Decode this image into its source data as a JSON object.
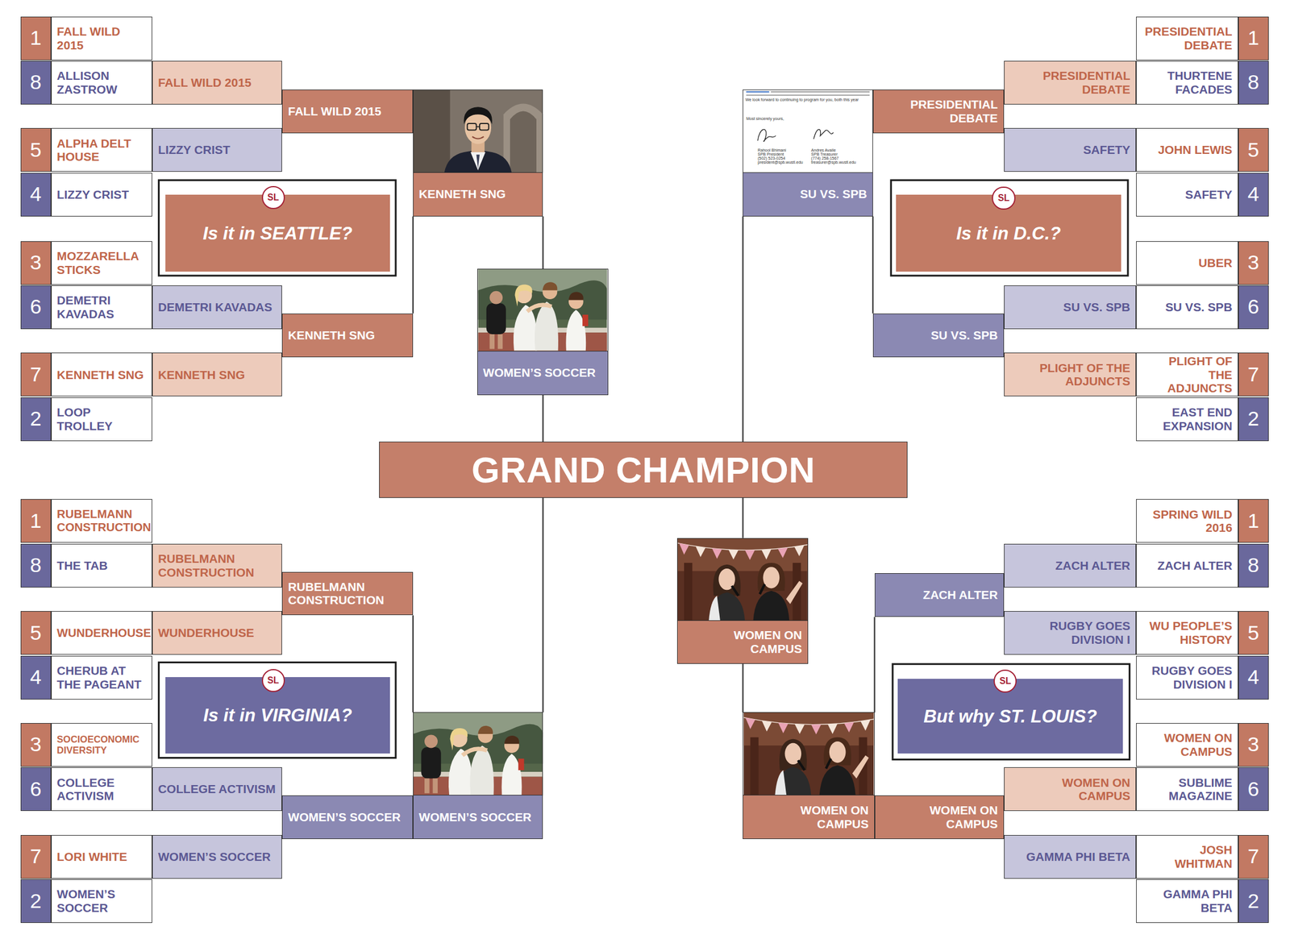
{
  "diagram": {
    "nodes": [
      {
        "text": [
          "1"
        ]
      },
      {
        "text": [
          "FALL WILD 2015"
        ]
      },
      {
        "text": [
          "8"
        ]
      },
      {
        "text": [
          "ALLISON ZASTROW"
        ]
      },
      {
        "text": [
          "5"
        ]
      },
      {
        "text": [
          "ALPHA DELT HOUSE"
        ]
      },
      {
        "text": [
          "4"
        ]
      },
      {
        "text": [
          "LIZZY CRIST"
        ]
      },
      {
        "text": [
          "3"
        ]
      },
      {
        "text": [
          "MOZZARELLA STICKS"
        ]
      },
      {
        "text": [
          "6"
        ]
      },
      {
        "text": [
          "DEMETRI KAVADAS"
        ]
      },
      {
        "text": [
          "7"
        ]
      },
      {
        "text": [
          "KENNETH SNG"
        ]
      },
      {
        "text": [
          "2"
        ]
      },
      {
        "text": [
          "LOOP TROLLEY"
        ]
      },
      {
        "text": [
          "FALL WILD 2015"
        ]
      },
      {
        "text": [
          "LIZZY CRIST"
        ]
      },
      {
        "text": [
          "DEMETRI KAVADAS"
        ]
      },
      {
        "text": [
          "KENNETH SNG"
        ]
      },
      {
        "text": [
          "FALL WILD 2015"
        ]
      },
      {
        "text": [
          "KENNETH SNG"
        ]
      },
      {
        "text": [
          "KENNETH SNG"
        ]
      },
      {
        "text": [
          "Is it in SEATTLE?"
        ]
      },
      {
        "text": [
          "SL"
        ]
      },
      {
        "text": [
          "PRESIDENTIAL DEBATE"
        ]
      },
      {
        "text": [
          "1"
        ]
      },
      {
        "text": [
          "THURTENE FACADES"
        ]
      },
      {
        "text": [
          "8"
        ]
      },
      {
        "text": [
          "JOHN LEWIS"
        ]
      },
      {
        "text": [
          "5"
        ]
      },
      {
        "text": [
          "SAFETY"
        ]
      },
      {
        "text": [
          "4"
        ]
      },
      {
        "text": [
          "UBER"
        ]
      },
      {
        "text": [
          "3"
        ]
      },
      {
        "text": [
          "SU VS. SPB"
        ]
      },
      {
        "text": [
          "6"
        ]
      },
      {
        "text": [
          "PLIGHT OF THE ADJUNCTS"
        ]
      },
      {
        "text": [
          "7"
        ]
      },
      {
        "text": [
          "EAST END EXPANSION"
        ]
      },
      {
        "text": [
          "2"
        ]
      },
      {
        "text": [
          "PRESIDENTIAL DEBATE"
        ]
      },
      {
        "text": [
          "SAFETY"
        ]
      },
      {
        "text": [
          "SU VS. SPB"
        ]
      },
      {
        "text": [
          "PLIGHT OF THE ADJUNCTS"
        ]
      },
      {
        "text": [
          "PRESIDENTIAL DEBATE"
        ]
      },
      {
        "text": [
          "SU VS. SPB"
        ]
      },
      {
        "text": [
          "SU VS. SPB"
        ]
      },
      {
        "text": [
          "Is it in D.C.?"
        ]
      },
      {
        "text": [
          "SL"
        ]
      },
      {
        "text": [
          "WOMEN’S SOCCER"
        ]
      },
      {
        "text": [
          "GRAND CHAMPION"
        ]
      },
      {
        "text": [
          "WOMEN ON CAMPUS"
        ]
      },
      {
        "text": [
          "1"
        ]
      },
      {
        "text": [
          "RUBELMANN CONSTRUCTION"
        ]
      },
      {
        "text": [
          "8"
        ]
      },
      {
        "text": [
          "THE TAB"
        ]
      },
      {
        "text": [
          "5"
        ]
      },
      {
        "text": [
          "WUNDERHOUSE"
        ]
      },
      {
        "text": [
          "4"
        ]
      },
      {
        "text": [
          "CHERUB AT THE PAGEANT"
        ]
      },
      {
        "text": [
          "3"
        ]
      },
      {
        "text": [
          "SOCIOECONOMIC DIVERSITY"
        ]
      },
      {
        "text": [
          "6"
        ]
      },
      {
        "text": [
          "COLLEGE ACTIVISM"
        ]
      },
      {
        "text": [
          "7"
        ]
      },
      {
        "text": [
          "LORI WHITE"
        ]
      },
      {
        "text": [
          "2"
        ]
      },
      {
        "text": [
          "WOMEN’S SOCCER"
        ]
      },
      {
        "text": [
          "RUBELMANN CONSTRUCTION"
        ]
      },
      {
        "text": [
          "WUNDERHOUSE"
        ]
      },
      {
        "text": [
          "COLLEGE ACTIVISM"
        ]
      },
      {
        "text": [
          "WOMEN’S SOCCER"
        ]
      },
      {
        "text": [
          "RUBELMANN CONSTRUCTION"
        ]
      },
      {
        "text": [
          "WOMEN’S SOCCER"
        ]
      },
      {
        "text": [
          "WOMEN’S SOCCER"
        ]
      },
      {
        "text": [
          "Is it in VIRGINIA?"
        ]
      },
      {
        "text": [
          "SL"
        ]
      },
      {
        "text": [
          "SPRING WILD 2016"
        ]
      },
      {
        "text": [
          "1"
        ]
      },
      {
        "text": [
          "ZACH ALTER"
        ]
      },
      {
        "text": [
          "8"
        ]
      },
      {
        "text": [
          "WU PEOPLE’S HISTORY"
        ]
      },
      {
        "text": [
          "5"
        ]
      },
      {
        "text": [
          "RUGBY GOES DIVISION I"
        ]
      },
      {
        "text": [
          "4"
        ]
      },
      {
        "text": [
          "WOMEN ON CAMPUS"
        ]
      },
      {
        "text": [
          "3"
        ]
      },
      {
        "text": [
          "SUBLIME MAGAZINE"
        ]
      },
      {
        "text": [
          "6"
        ]
      },
      {
        "text": [
          "JOSH WHITMAN"
        ]
      },
      {
        "text": [
          "7"
        ]
      },
      {
        "text": [
          "GAMMA PHI BETA"
        ]
      },
      {
        "text": [
          "2"
        ]
      },
      {
        "text": [
          "ZACH ALTER"
        ]
      },
      {
        "text": [
          "RUGBY GOES DIVISION I"
        ]
      },
      {
        "text": [
          "WOMEN ON CAMPUS"
        ]
      },
      {
        "text": [
          "GAMMA PHI BETA"
        ]
      },
      {
        "text": [
          "ZACH ALTER"
        ]
      },
      {
        "text": [
          "WOMEN ON CAMPUS"
        ]
      },
      {
        "text": [
          "WOMEN ON CAMPUS"
        ]
      },
      {
        "text": [
          "But why ST. LOUIS?"
        ]
      },
      {
        "text": [
          "SL"
        ]
      }
    ],
    "edges": [
      {
        "from": 21,
        "to": 22,
        "arrow": "none"
      },
      {
        "from": 22,
        "to": 50,
        "arrow": "none"
      },
      {
        "from": 50,
        "to": 51,
        "arrow": "none"
      },
      {
        "from": 46,
        "to": 47,
        "arrow": "none"
      },
      {
        "from": 47,
        "to": 51,
        "arrow": "none"
      },
      {
        "from": 73,
        "to": 75,
        "arrow": "none"
      },
      {
        "from": 75,
        "to": 51,
        "arrow": "none"
      },
      {
        "from": 98,
        "to": 100,
        "arrow": "none"
      },
      {
        "from": 100,
        "to": 52,
        "arrow": "none"
      },
      {
        "from": 52,
        "to": 51,
        "arrow": "none"
      }
    ],
    "labels": [
      "We look forward to continuing to program for you, both this year",
      "Most sincerely yours,",
      "Rahool Bhimani",
      "SPB President",
      "(502) 523-0254",
      "president@spb.wustl.edu",
      "Andres Availe",
      "SPB Treasurer",
      "(774) 258-1567",
      "treasurer@spb.wustl.edu"
    ]
  }
}
